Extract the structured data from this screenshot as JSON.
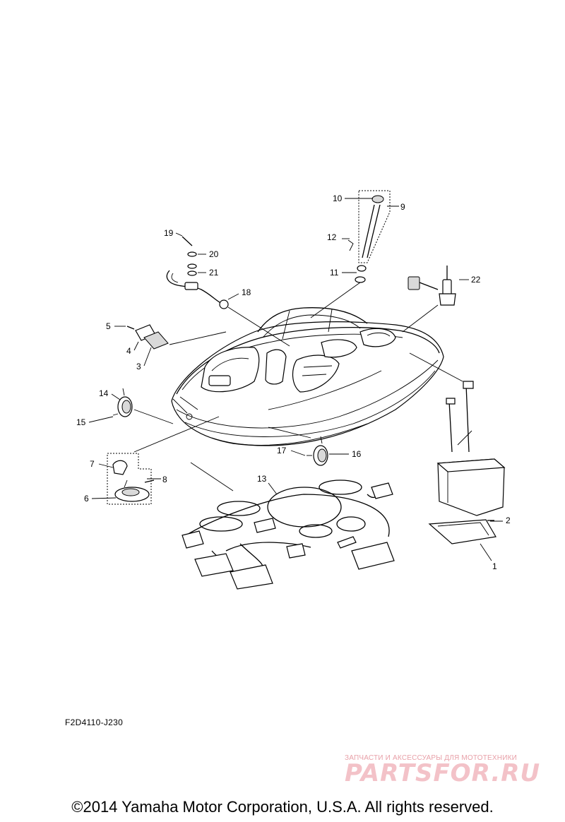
{
  "diagram": {
    "callouts": {
      "c1": "1",
      "c2": "2",
      "c3": "3",
      "c4": "4",
      "c5": "5",
      "c6": "6",
      "c7": "7",
      "c8": "8",
      "c9": "9",
      "c10": "10",
      "c11": "11",
      "c12": "12",
      "c13": "13",
      "c14": "14",
      "c15": "15",
      "c16": "16",
      "c17": "17",
      "c18": "18",
      "c19": "19",
      "c20": "20",
      "c21": "21",
      "c22": "22"
    },
    "code": "F2D4110-J230"
  },
  "watermark": {
    "tagline": "ЗАПЧАСТИ И АКСЕССУАРЫ ДЛЯ МОТОТЕХНИКИ",
    "logo": "PARTSFOR.RU"
  },
  "footer": {
    "copyright": "©2014 Yamaha Motor Corporation, U.S.A. All rights reserved."
  }
}
